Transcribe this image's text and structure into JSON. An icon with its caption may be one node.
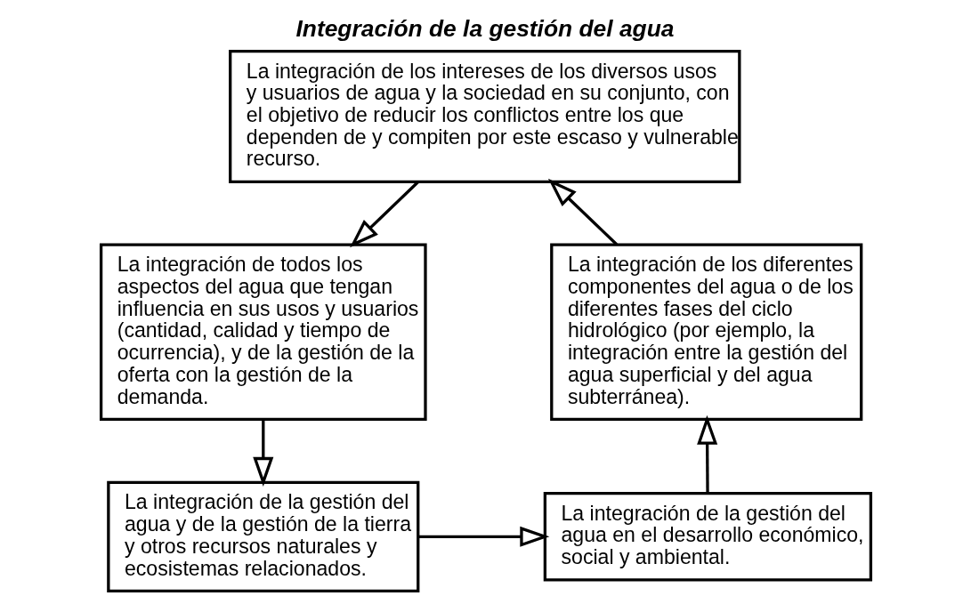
{
  "diagram": {
    "title": "Integración de la gestión del agua",
    "nodes": [
      {
        "text": [
          "La integración de los intereses de los diversos usos y usuarios de agua y la sociedad en su conjunto, con el objetivo de reducir los conflictos entre los que dependen de y compiten por este escaso y vulnerable recurso."
        ]
      },
      {
        "text": [
          "La integración de todos los aspectos del agua que tengan influencia en sus usos y usuarios (cantidad, calidad y tiempo de ocurrencia), y de la gestión de la oferta con la gestión de la demanda."
        ]
      },
      {
        "text": [
          "La integración de la gestión del agua y de la gestión de la tierra y otros recursos naturales y ecosistemas relacionados."
        ]
      },
      {
        "text": [
          "La integración de la gestión del agua en el desarrollo económico, social y ambiental."
        ]
      },
      {
        "text": [
          "La integración de los diferentes componentes del agua o de los diferentes fases del ciclo hidrológico (por ejemplo, la integración entre la gestión del agua superficial y del agua subterránea)."
        ]
      }
    ],
    "edges": [
      {
        "from": 0,
        "to": 1,
        "arrow": "to"
      },
      {
        "from": 1,
        "to": 2,
        "arrow": "to"
      },
      {
        "from": 2,
        "to": 3,
        "arrow": "to"
      },
      {
        "from": 3,
        "to": 4,
        "arrow": "to"
      },
      {
        "from": 4,
        "to": 0,
        "arrow": "to"
      }
    ]
  }
}
